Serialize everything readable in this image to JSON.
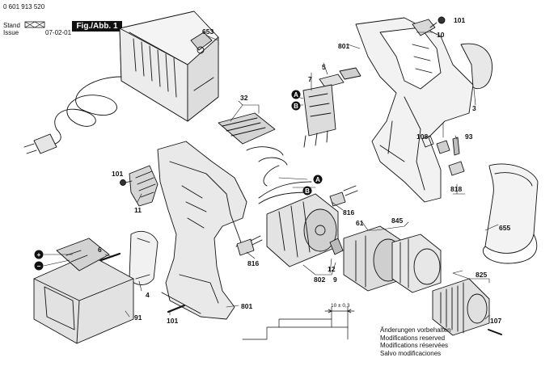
{
  "header": {
    "doc_number": "0 601 913 520",
    "stand_label": "Stand",
    "issue_label": "Issue",
    "issue_date": "07-02-01",
    "figure_label": "Fig./Abb. 1"
  },
  "callouts": [
    "A",
    "B"
  ],
  "parts": {
    "p653": "653",
    "p101_top": "101",
    "p10": "10",
    "p801_top": "801",
    "p5": "5",
    "p7": "7",
    "p3": "3",
    "p32": "32",
    "p108": "108",
    "p93": "93",
    "p818": "818",
    "p101_left": "101",
    "p11": "11",
    "p816_right": "816",
    "p655": "655",
    "p61": "61",
    "p845": "845",
    "p6": "6",
    "p816_left": "816",
    "p12": "12",
    "p802": "802",
    "p9": "9",
    "p4": "4",
    "p825": "825",
    "p801_bottom": "801",
    "p91": "91",
    "p101_bottom": "101",
    "p107": "107",
    "plus_sign": "+",
    "minus_sign": "−"
  },
  "dimension_label": "10 ± 0,3",
  "modifications": [
    "Änderungen vorbehalten",
    "Modifications reserved",
    "Modifications réservées",
    "Salvo modificaciones"
  ]
}
